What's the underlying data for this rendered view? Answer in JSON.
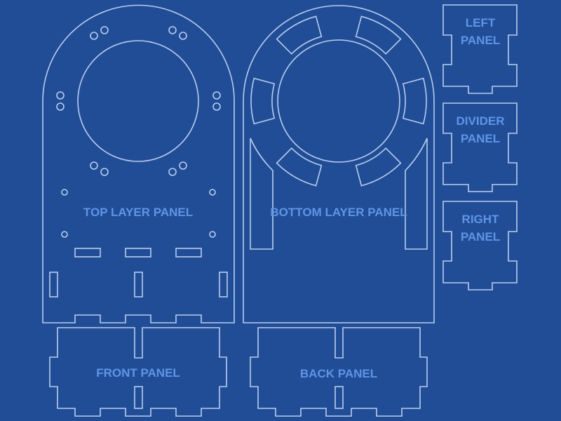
{
  "colors": {
    "background": "#214d96",
    "cut_line": "#b7cdf0",
    "label": "#5f94e6"
  },
  "panels": {
    "top_layer": "TOP LAYER PANEL",
    "bottom_layer": "BOTTOM LAYER PANEL",
    "front": "FRONT PANEL",
    "back": "BACK PANEL",
    "left": [
      "LEFT",
      "PANEL"
    ],
    "divider": [
      "DIVIDER",
      "PANEL"
    ],
    "right": [
      "RIGHT",
      "PANEL"
    ]
  }
}
